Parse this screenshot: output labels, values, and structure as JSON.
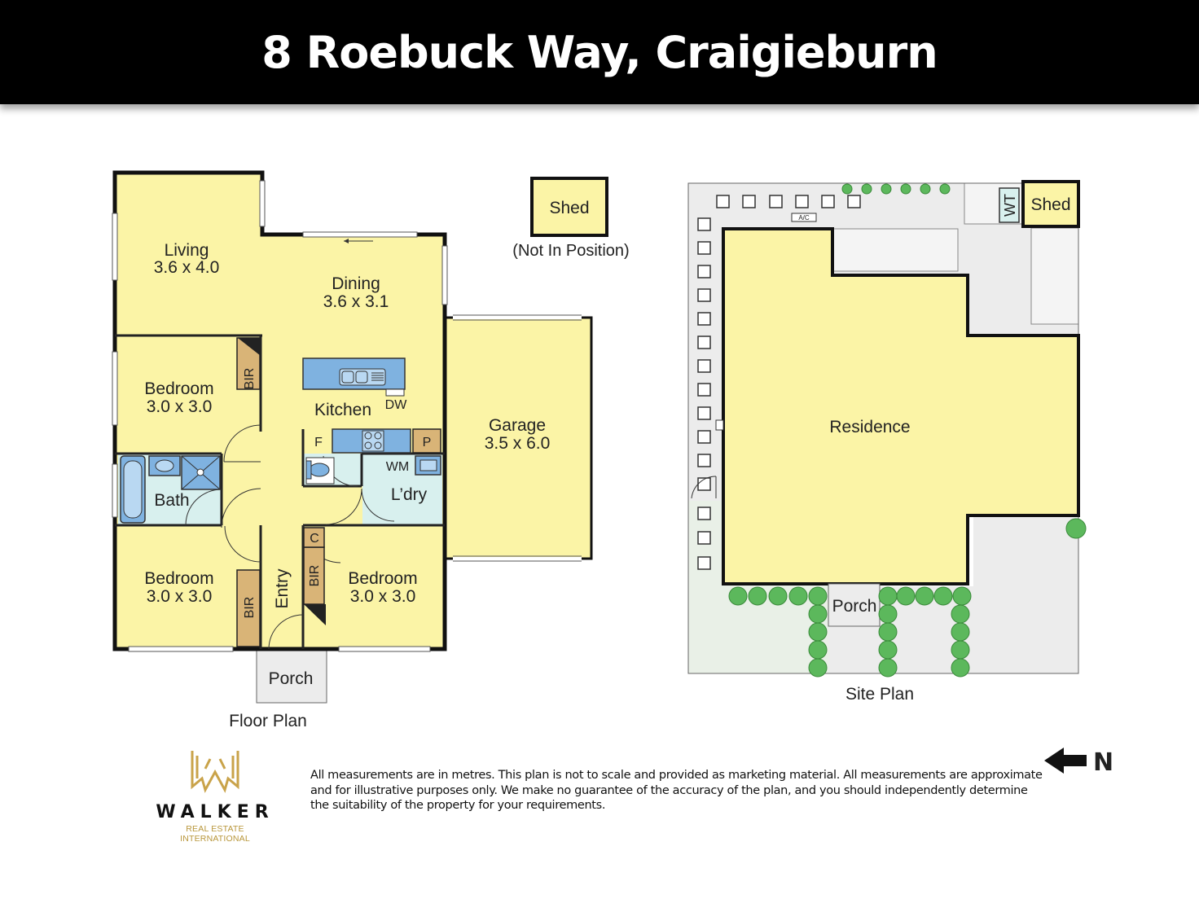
{
  "header": {
    "title": "8 Roebuck Way, Craigieburn"
  },
  "floor_plan": {
    "caption": "Floor Plan",
    "rooms": {
      "living": {
        "name": "Living",
        "dims": "3.6 x 4.0"
      },
      "dining": {
        "name": "Dining",
        "dims": "3.6 x 3.1"
      },
      "bedroom_nw": {
        "name": "Bedroom",
        "dims": "3.0 x 3.0"
      },
      "bedroom_sw": {
        "name": "Bedroom",
        "dims": "3.0 x 3.0"
      },
      "bedroom_se": {
        "name": "Bedroom",
        "dims": "3.0 x 3.0"
      },
      "garage": {
        "name": "Garage",
        "dims": "3.5 x 6.0"
      },
      "kitchen": "Kitchen",
      "bath": "Bath",
      "laundry": "L’dry",
      "entry": "Entry",
      "porch": "Porch"
    },
    "fixtures": {
      "bir": "BIR",
      "dw": "DW",
      "fridge": "F",
      "pantry": "P",
      "wm": "WM",
      "cupboard": "C"
    },
    "shed": {
      "label": "Shed",
      "note": "(Not In Position)"
    }
  },
  "site_plan": {
    "caption": "Site Plan",
    "residence": "Residence",
    "porch": "Porch",
    "shed": "Shed",
    "water_tank": "WT",
    "ac": "A/C"
  },
  "disclaimer": "All measurements are in metres. This plan is not to scale and provided as marketing material. All measurements are approximate and for illustrative purposes only. We make no guarantee of the accuracy of the plan, and you should independently determine the suitability of the property for your requirements.",
  "brand": {
    "name": "WALKER",
    "tagline": "REAL ESTATE INTERNATIONAL"
  },
  "compass": {
    "label": "N"
  },
  "colors": {
    "room_fill": "#fbf4a6",
    "wet_area": "#d8f0ee",
    "fixture_blue": "#7fb2e0",
    "timber": "#d9b477",
    "path": "#ececec",
    "lawn": "#e9f0e7",
    "shrub": "#5cb85c",
    "brand_gold": "#c9a34a"
  }
}
